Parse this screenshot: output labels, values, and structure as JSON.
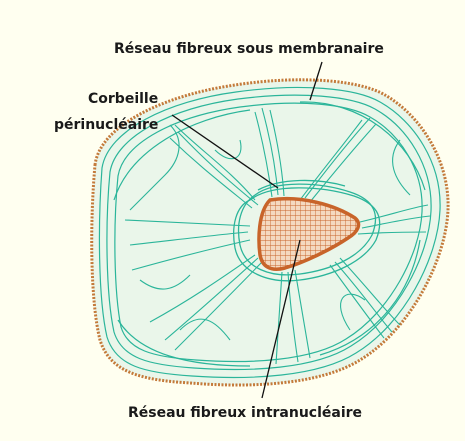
{
  "labels": {
    "sous_membranaire": "Réseau fibreux sous membranaire",
    "corbeille_line1": "Corbeille",
    "corbeille_line2": "périnucléaire",
    "intranucleaire": "Réseau fibreux intranucléaire"
  },
  "colors": {
    "background": "#fffff0",
    "fiber": "#2bb59a",
    "cell_fill": "#eaf6ea",
    "membrane": "#c47a3a",
    "nucleus": "#c8642a",
    "pointer": "#111111"
  }
}
